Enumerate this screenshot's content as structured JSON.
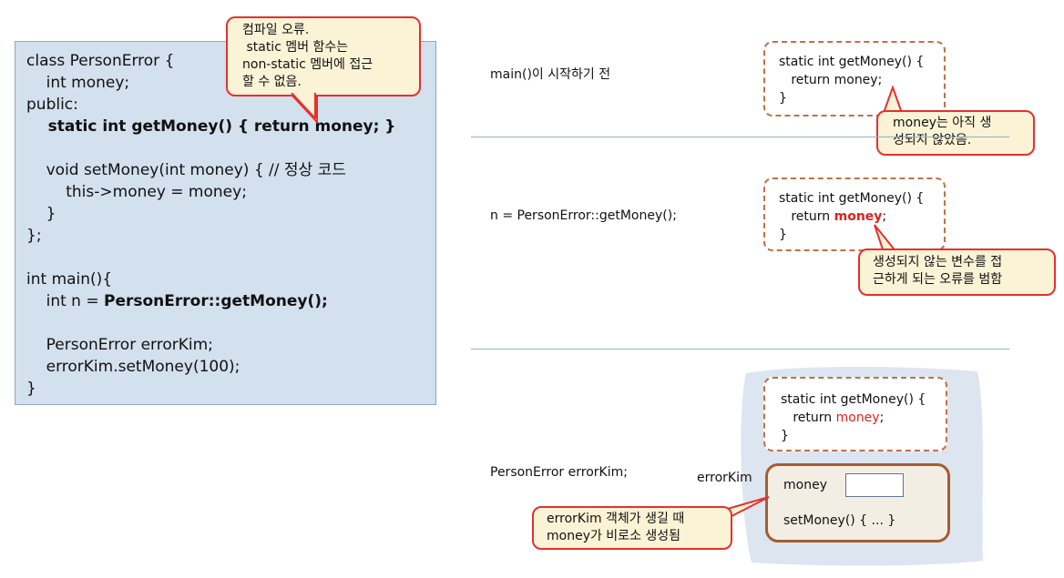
{
  "code": {
    "lines": [
      "class PersonError {",
      "    int money;",
      "public:",
      "    static int getMoney() { return money; }",
      "",
      "    void setMoney(int money) { // 정상 코드",
      "        this->money = money;",
      "    }",
      "};",
      "",
      "int main(){",
      "    int n = ",
      "PersonError::getMoney();",
      "",
      "    PersonError errorKim;",
      "    errorKim.setMoney(100);",
      "}"
    ]
  },
  "callouts": {
    "compile_error": [
      "컴파일 오류.",
      " static 멤버 함수는",
      "non-static 멤버에 접근",
      "할 수 없음."
    ],
    "not_created": [
      "money는 아직 생",
      "성되지 않았음."
    ],
    "access_error": [
      "생성되지 않는 변수를 접",
      "근하게 되는 오류를 범함"
    ],
    "created_with_object": [
      "errorKim 객체가 생길 때",
      "money가 비로소 생성됨"
    ]
  },
  "steps": {
    "before_main": "main()이 시작하기 전",
    "call": "n = PersonError::getMoney();",
    "declare": "PersonError errorKim;"
  },
  "static_box": {
    "line1": "static int getMoney() {",
    "line2_prefix": "   return ",
    "money": "money",
    "semicolon": ";",
    "line3": "}"
  },
  "object": {
    "name": "errorKim",
    "member": "money",
    "method": "setMoney() { ... }"
  },
  "colors": {
    "panel": "#d3e0ee",
    "callout_fill": "#fbf3d6",
    "callout_border": "#e53030",
    "dash_border": "#c0704a",
    "object_border": "#a65c32",
    "highlight": "#e02020"
  }
}
